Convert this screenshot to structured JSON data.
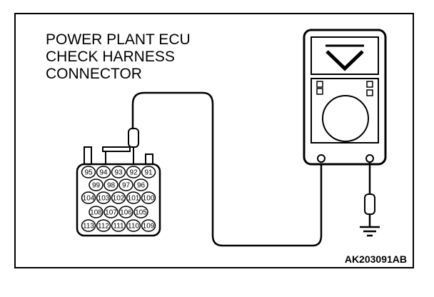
{
  "diagram": {
    "title_lines": [
      "POWER PLANT ECU",
      "CHECK HARNESS",
      "CONNECTOR"
    ],
    "figure_code": "AK203091AB",
    "connector_pins": [
      [
        "95",
        "94",
        "93",
        "92",
        "91"
      ],
      [
        "99",
        "98",
        "97",
        "96"
      ],
      [
        "104",
        "103",
        "102",
        "101",
        "100"
      ],
      [
        "108",
        "107",
        "106",
        "105"
      ],
      [
        "113",
        "112",
        "111",
        "110",
        "109"
      ]
    ],
    "multimeter": {
      "display_symbol": "V"
    }
  }
}
